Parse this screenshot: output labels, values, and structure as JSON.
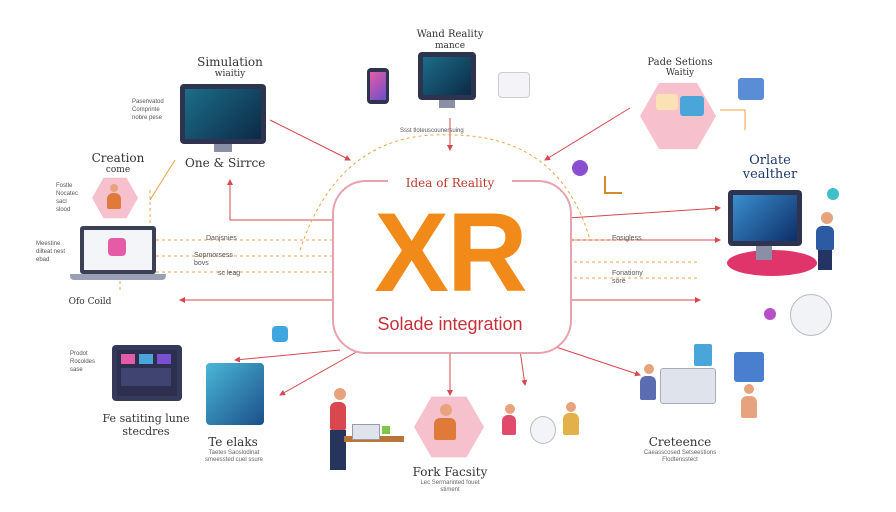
{
  "hub": {
    "top_label": "Idea of Reality",
    "title": "XR",
    "subtitle": "Solade integration"
  },
  "nodes": {
    "top_center": {
      "label": "Wand Reality",
      "sub": "mance"
    },
    "top_left": {
      "label": "Simulation",
      "sub": "wiaitiy",
      "notes": "Pasenvatod Comprinte nobre pese",
      "caption": "One & Sirrce"
    },
    "top_right": {
      "label": "Pade Setions",
      "sub": "Waitiy"
    },
    "right_upper": {
      "label": "Orlate",
      "sub": "vealther"
    },
    "left_upper": {
      "label": "Creation",
      "sub": "come",
      "notes": "Fostle Nocatec sacl slood"
    },
    "left_mid": {
      "notes": "Meestine dilteat nest ebad"
    },
    "left_lower": {
      "label": "Ofo Coild"
    },
    "bottom_left": {
      "notes": "Prodot Rocoldes sase",
      "caption": "Fe satiting lune stecdres"
    },
    "bottom_mid_left": {
      "label": "Te elaks",
      "sub": "Taetes Saoslodinat smeessted cuel ssure"
    },
    "bottom_center": {
      "label": "Fork Facsity",
      "sub": "Lec Sermarinted fouet stiment"
    },
    "bottom_right": {
      "label": "Creteence",
      "sub": "Caeasscosed Setseestions Flodtensstect"
    }
  },
  "connector_labels": {
    "left_1": "Danjsnies",
    "left_2": "Sopmorsess bovs",
    "left_3": "sc leag",
    "right_1": "Fosigless",
    "right_2": "Fonationy sore",
    "top_connector": "Ssst tloteuscounersuing"
  },
  "colors": {
    "accent_orange": "#f28a19",
    "accent_red": "#c4313a",
    "link_red": "#d9474f",
    "link_orange": "#f0a24a",
    "hub_border": "#e7a3ad",
    "pink_hex": "#f6c1cd"
  },
  "icons": [
    "tablet-icon",
    "monitor-icon",
    "chat-bubble-icon",
    "user-avatar-icon",
    "brain-bulb-icon",
    "desk-icon"
  ]
}
